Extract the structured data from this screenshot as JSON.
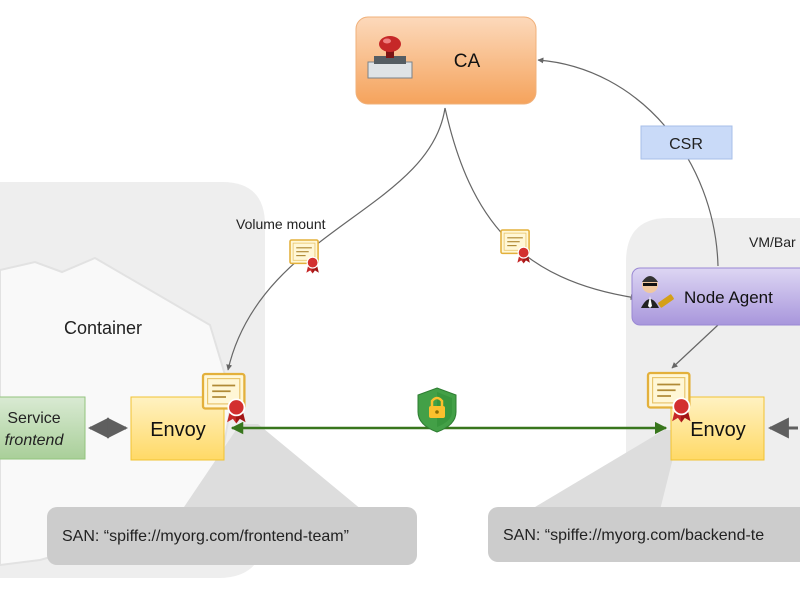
{
  "nodes": {
    "ca": {
      "label": "CA"
    },
    "csr": {
      "label": "CSR"
    },
    "node_agent": {
      "label": "Node Agent"
    },
    "container": {
      "label": "Container"
    },
    "vm": {
      "label": "VM/Bar"
    },
    "service": {
      "label_line1": "Service",
      "label_line2": "frontend"
    },
    "envoy_left": {
      "label": "Envoy"
    },
    "envoy_right": {
      "label": "Envoy"
    },
    "san_left": {
      "label": "SAN: “spiffe://myorg.com/frontend-team”"
    },
    "san_right": {
      "label": "SAN: “spiffe://myorg.com/backend-te"
    }
  },
  "edges": {
    "volume_mount": {
      "label": "Volume mount"
    }
  },
  "icons": {
    "ca": "stamp-icon",
    "node_agent": "agent-icon",
    "certificate": "certificate-icon",
    "tls": "lock-shield-icon"
  },
  "colors": {
    "ca_fill_top": "#fbd3b1",
    "ca_fill_bottom": "#f6a55f",
    "csr_fill": "#c9daf8",
    "node_agent_fill_top": "#d9d2f0",
    "node_agent_fill_bottom": "#a897dc",
    "envoy_fill": "#ffe599",
    "service_fill": "#b6d7a8",
    "container_region": "#eeeeee",
    "san_fill": "#cccccc",
    "tls_arrow": "#38761d",
    "shield": "#43a047",
    "line": "#5f5f5f"
  }
}
